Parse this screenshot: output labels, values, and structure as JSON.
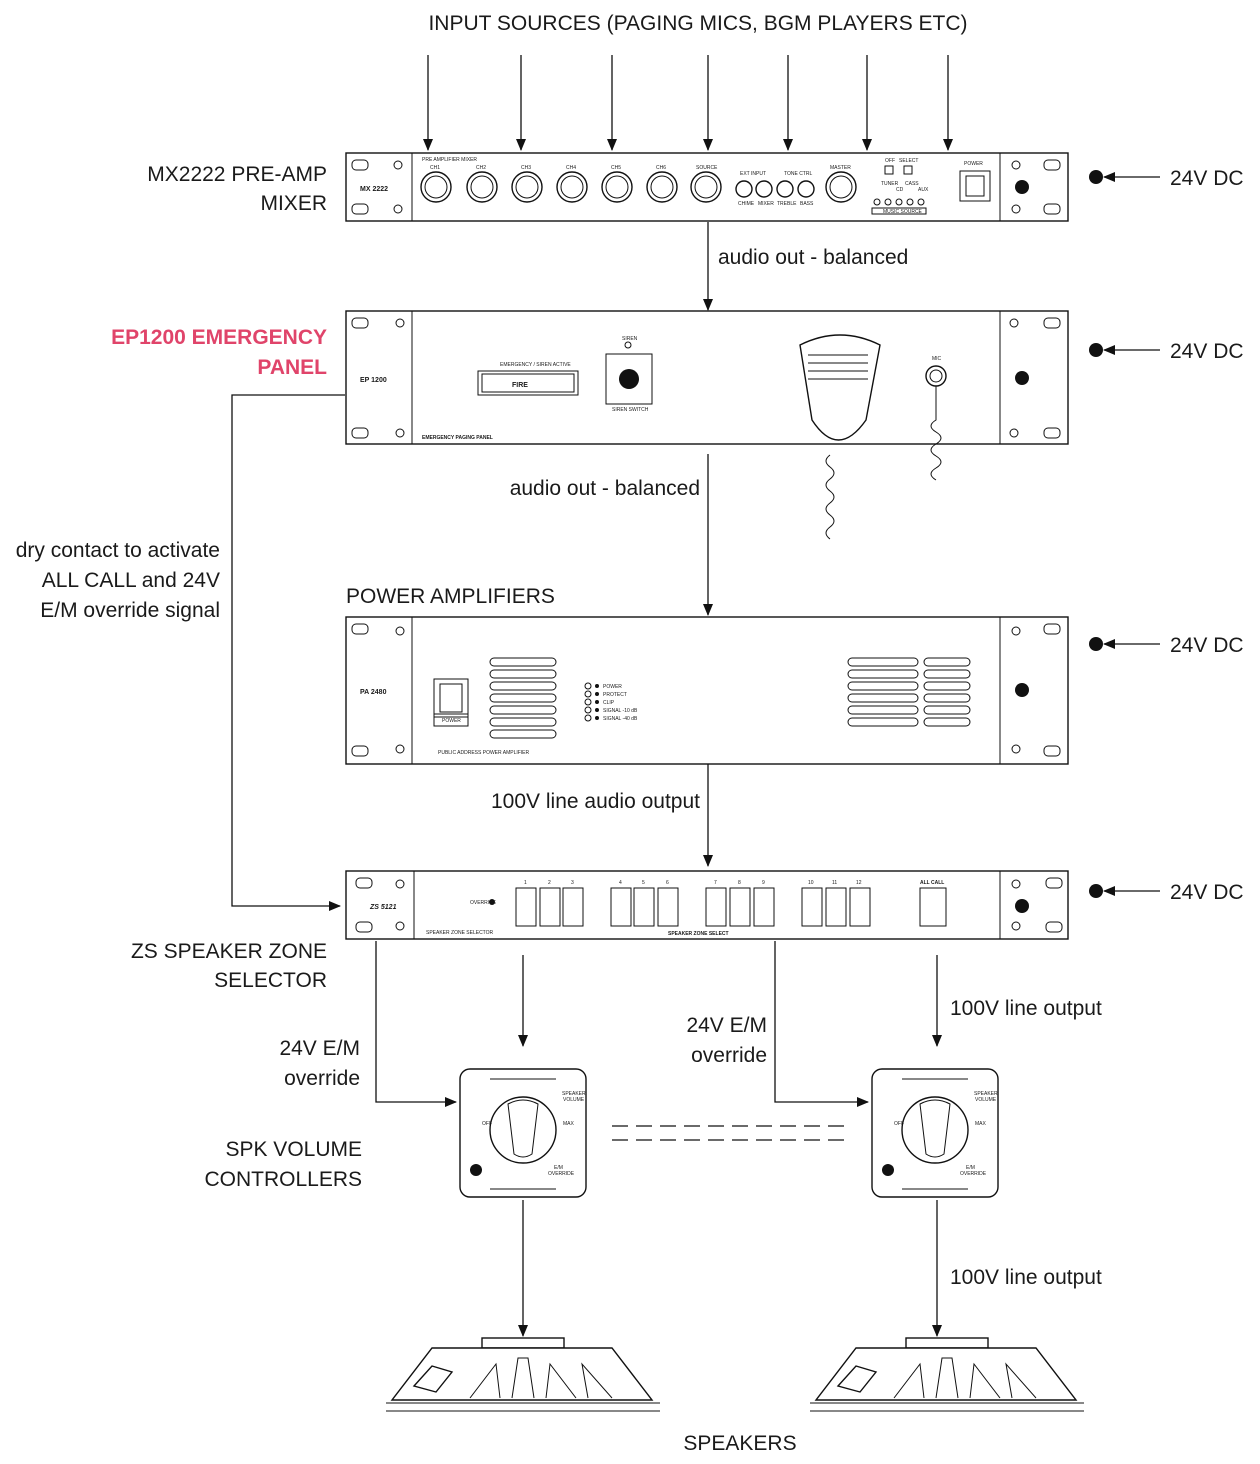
{
  "labels": {
    "input_sources": "INPUT SOURCES (PAGING MICS, BGM PLAYERS ETC)",
    "mixer_line1": "MX2222 PRE-AMP",
    "mixer_line2": "MIXER",
    "ep_line1": "EP1200 EMERGENCY",
    "ep_line2": "PANEL",
    "dry_line1": "dry contact to activate",
    "dry_line2": "ALL CALL and 24V",
    "dry_line3": "E/M override signal",
    "power_amps": "POWER AMPLIFIERS",
    "zs_line1": "ZS SPEAKER ZONE",
    "zs_line2": "SELECTOR",
    "spk_line1": "SPK VOLUME",
    "spk_line2": "CONTROLLERS",
    "speakers": "SPEAKERS",
    "audio_out_1": "audio out - balanced",
    "audio_out_2": "audio out - balanced",
    "line_audio_output": "100V line audio output",
    "em_override_left_1": "24V E/M",
    "em_override_left_2": "override",
    "em_override_mid_1": "24V E/M",
    "em_override_mid_2": "override",
    "line_output_1": "100V line output",
    "line_output_2": "100V line output",
    "dc_1": "24V DC",
    "dc_2": "24V DC",
    "dc_3": "24V DC",
    "dc_4": "24V DC"
  },
  "devices": {
    "mixer": {
      "model": "MX 2222",
      "header": "PRE AMPLIFIER MIXER",
      "channels": [
        "CH1",
        "CH2",
        "CH3",
        "CH4",
        "CH5",
        "CH6",
        "SOURCE"
      ],
      "ext_input": "EXT INPUT",
      "tone_ctrl": "TONE CTRL",
      "knob_small": [
        "CHIME",
        "MIXER",
        "TREBLE",
        "BASS"
      ],
      "master": "MASTER",
      "off": "OFF",
      "select": "SELECT",
      "tuner": "TUNER",
      "cd": "CD",
      "cass": "CASS",
      "aux": "AUX",
      "music_source": "MUSIC SOURCE",
      "power": "POWER"
    },
    "ep": {
      "model": "EP 1200",
      "emergency": "EMERGENCY / SIREN ACTIVE",
      "fire": "FIRE",
      "siren": "SIREN",
      "siren_switch": "SIREN SWITCH",
      "footer": "EMERGENCY PAGING PANEL",
      "mic": "MIC"
    },
    "pa": {
      "model": "PA 2480",
      "power": "POWER",
      "footer": "PUBLIC ADDRESS POWER AMPLIFIER",
      "leds": [
        "POWER",
        "PROTECT",
        "CLIP",
        "SIGNAL -10 dB",
        "SIGNAL -40 dB"
      ]
    },
    "zs": {
      "model": "ZS 5121",
      "override": "OVERRIDE",
      "zones": [
        "1",
        "2",
        "3",
        "4",
        "5",
        "6",
        "7",
        "8",
        "9",
        "10",
        "11",
        "12"
      ],
      "all_call": "ALL CALL",
      "footer": "SPEAKER ZONE SELECTOR",
      "select": "SPEAKER ZONE SELECT"
    },
    "volume": {
      "speaker_volume_1": "SPEAKER",
      "speaker_volume_2": "VOLUME",
      "off": "OFF",
      "max": "MAX",
      "em_1": "E/M",
      "em_2": "OVERRIDE"
    }
  },
  "colors": {
    "highlight": "#e0446a",
    "ink": "#111111"
  }
}
